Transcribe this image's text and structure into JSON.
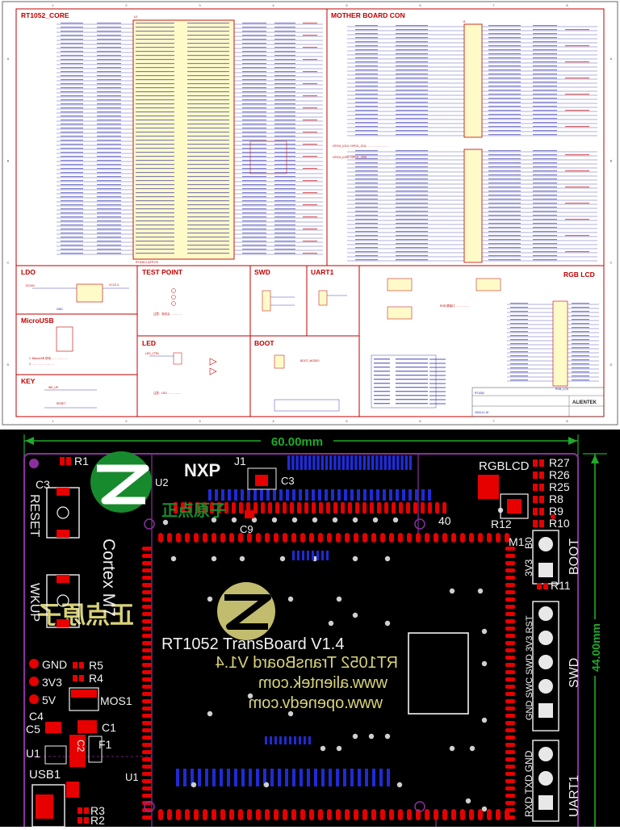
{
  "schematic": {
    "frame_cols": [
      "1",
      "2",
      "3",
      "4",
      "5",
      "6",
      "7",
      "8"
    ],
    "frame_rows": [
      "A",
      "B",
      "C",
      "D"
    ],
    "sections": {
      "core": "RT1052_CORE",
      "mother": "MOTHER BOARD CON",
      "ldo": "LDO",
      "testpoint": "TEST POINT",
      "swd": "SWD",
      "uart": "UART1",
      "rgb": "RGB LCD",
      "microusb": "MicroUSB",
      "led": "LED",
      "boot": "BOOT",
      "key": "KEY"
    },
    "chip_label": "U1",
    "connector_label": "J1",
    "chip_part": "RT1052-LQFP176",
    "title_block": {
      "company": "ALIENTEK",
      "title": "RT1052",
      "date": "2018-11-16"
    },
    "parts": {
      "ldo_vin": "DCVIN",
      "ldo_vout": "VCC3.3",
      "gnd": "GND",
      "rst": "RESET",
      "wkup": "WK_UP",
      "boot_mode": "BOOT_MODE0",
      "led_ctrl": "LED_CTRL",
      "rgb_conn": "RGB_LCD"
    }
  },
  "pcb": {
    "dimension_width": "60.00mm",
    "dimension_height": "44.00mm",
    "title_line": "RT1052 TransBoard V1.4",
    "mirror_line": "RT1052 TransBoard V1.4",
    "url1": "www.alientek.com",
    "url2": "www.openedv.com",
    "cortex": "Cortex M7",
    "brand_cn": "正点原子",
    "nxp": "NXP",
    "labels": {
      "j1": "J1",
      "u2": "U2",
      "c3": "C3",
      "c3b": "C3",
      "c9": "C9",
      "r1": "R1",
      "n40": "40",
      "rgblcd": "RGBLCD",
      "m1": "M1",
      "reset": "RESET",
      "wkup": "WKUP",
      "gnd": "GND",
      "v33": "3V3",
      "v5": "5V",
      "r5": "R5",
      "r4": "R4",
      "mos1": "MOS1",
      "c4": "C4",
      "c5": "C5",
      "c1": "C1",
      "f1": "F1",
      "c2": "C2",
      "u1": "U1",
      "usb1": "USB1",
      "r3": "R3",
      "r2": "R2",
      "r12": "R12",
      "boot": "BOOT",
      "b0": "B0",
      "b3v3": "3V3",
      "r11": "R11",
      "swd": "SWD",
      "swd_pins": "GND SWC SWD 3V3 RST",
      "uart1": "UART1",
      "uart_pins": "RXD TXD GND",
      "u1b": "U1"
    },
    "right_resistors": [
      "R27",
      "R26",
      "R25",
      "R8",
      "R9",
      "R10"
    ],
    "colors": {
      "board": "#000000",
      "silk": "#f2f2f2",
      "pad_red": "#e60000",
      "pad_blue": "#1f2bd6",
      "outline": "#8b2fa0",
      "dim_green": "#1faa2a",
      "logo_green": "#178a2e",
      "logo_gold": "#d8d27a",
      "schematic_red": "#c00000",
      "schematic_blue": "#1a1aa0",
      "chip_fill": "#fffbc8"
    }
  }
}
